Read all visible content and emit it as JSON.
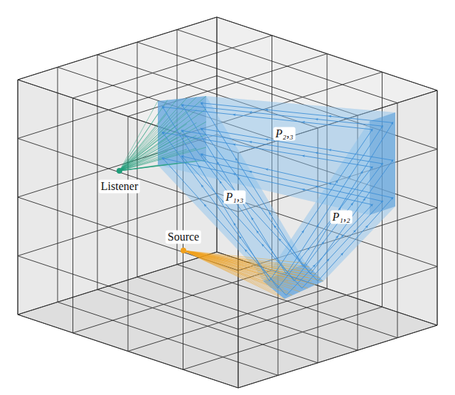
{
  "diagram": {
    "labels": [
      "P₂,₃",
      "Listener",
      "P₁,₃",
      "P₁,₂",
      "Source"
    ]
  }
}
